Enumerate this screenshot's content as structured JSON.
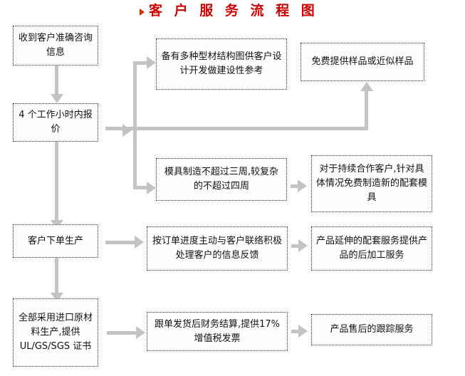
{
  "title": {
    "text": "客 户 服 务 流 程 图",
    "color": "#cc0000",
    "bullet_icon": "triangle-right-icon"
  },
  "theme": {
    "connector_color": "#c3c3c3",
    "node_border_color": "#333333",
    "node_fill": "#fdfdfd",
    "text_color": "#111111",
    "background": "#ffffff"
  },
  "nodes": [
    {
      "id": "n1",
      "label": "收到客户准确咨询信息"
    },
    {
      "id": "n2",
      "label": "备有多种型材结构图供客户设计开发做建设性参考"
    },
    {
      "id": "n3",
      "label": "免费提供样品或近似样品"
    },
    {
      "id": "n4",
      "label": "4 个工作小时内报价"
    },
    {
      "id": "n5",
      "label": "模具制造不超过三周,较复杂的不超过四周"
    },
    {
      "id": "n6",
      "label": "对于持续合作客户,针对具体情况免费制造新的配套模具"
    },
    {
      "id": "n7",
      "label": "客户下单生产"
    },
    {
      "id": "n8",
      "label": "按订单进度主动与客户联络积极处理客户的信息反馈"
    },
    {
      "id": "n9",
      "label": "产品延伸的配套服务提供产品的后加工服务"
    },
    {
      "id": "n10",
      "label": "全部采用进口原材料生产,提供 UL/GS/SGS 证书"
    },
    {
      "id": "n11",
      "label": "跟单发货后财务结算,提供17%增值税发票"
    },
    {
      "id": "n12",
      "label": "产品售后的跟踪服务"
    }
  ],
  "connections": [
    {
      "from": "n1",
      "to": "n4",
      "direction": "down"
    },
    {
      "from": "n4",
      "to": "n2",
      "direction": "right-up"
    },
    {
      "from": "n4",
      "to": "n5",
      "direction": "right-down"
    },
    {
      "from": "n4",
      "to": "n3",
      "direction": "right-then-up"
    },
    {
      "from": "n5",
      "to": "n6",
      "direction": "right"
    },
    {
      "from": "n4",
      "to": "n7",
      "direction": "down"
    },
    {
      "from": "n7",
      "to": "n8",
      "direction": "right"
    },
    {
      "from": "n8",
      "to": "n9",
      "direction": "right"
    },
    {
      "from": "n7",
      "to": "n10",
      "direction": "down"
    },
    {
      "from": "n10",
      "to": "n11",
      "direction": "right"
    },
    {
      "from": "n11",
      "to": "n12",
      "direction": "right"
    }
  ]
}
